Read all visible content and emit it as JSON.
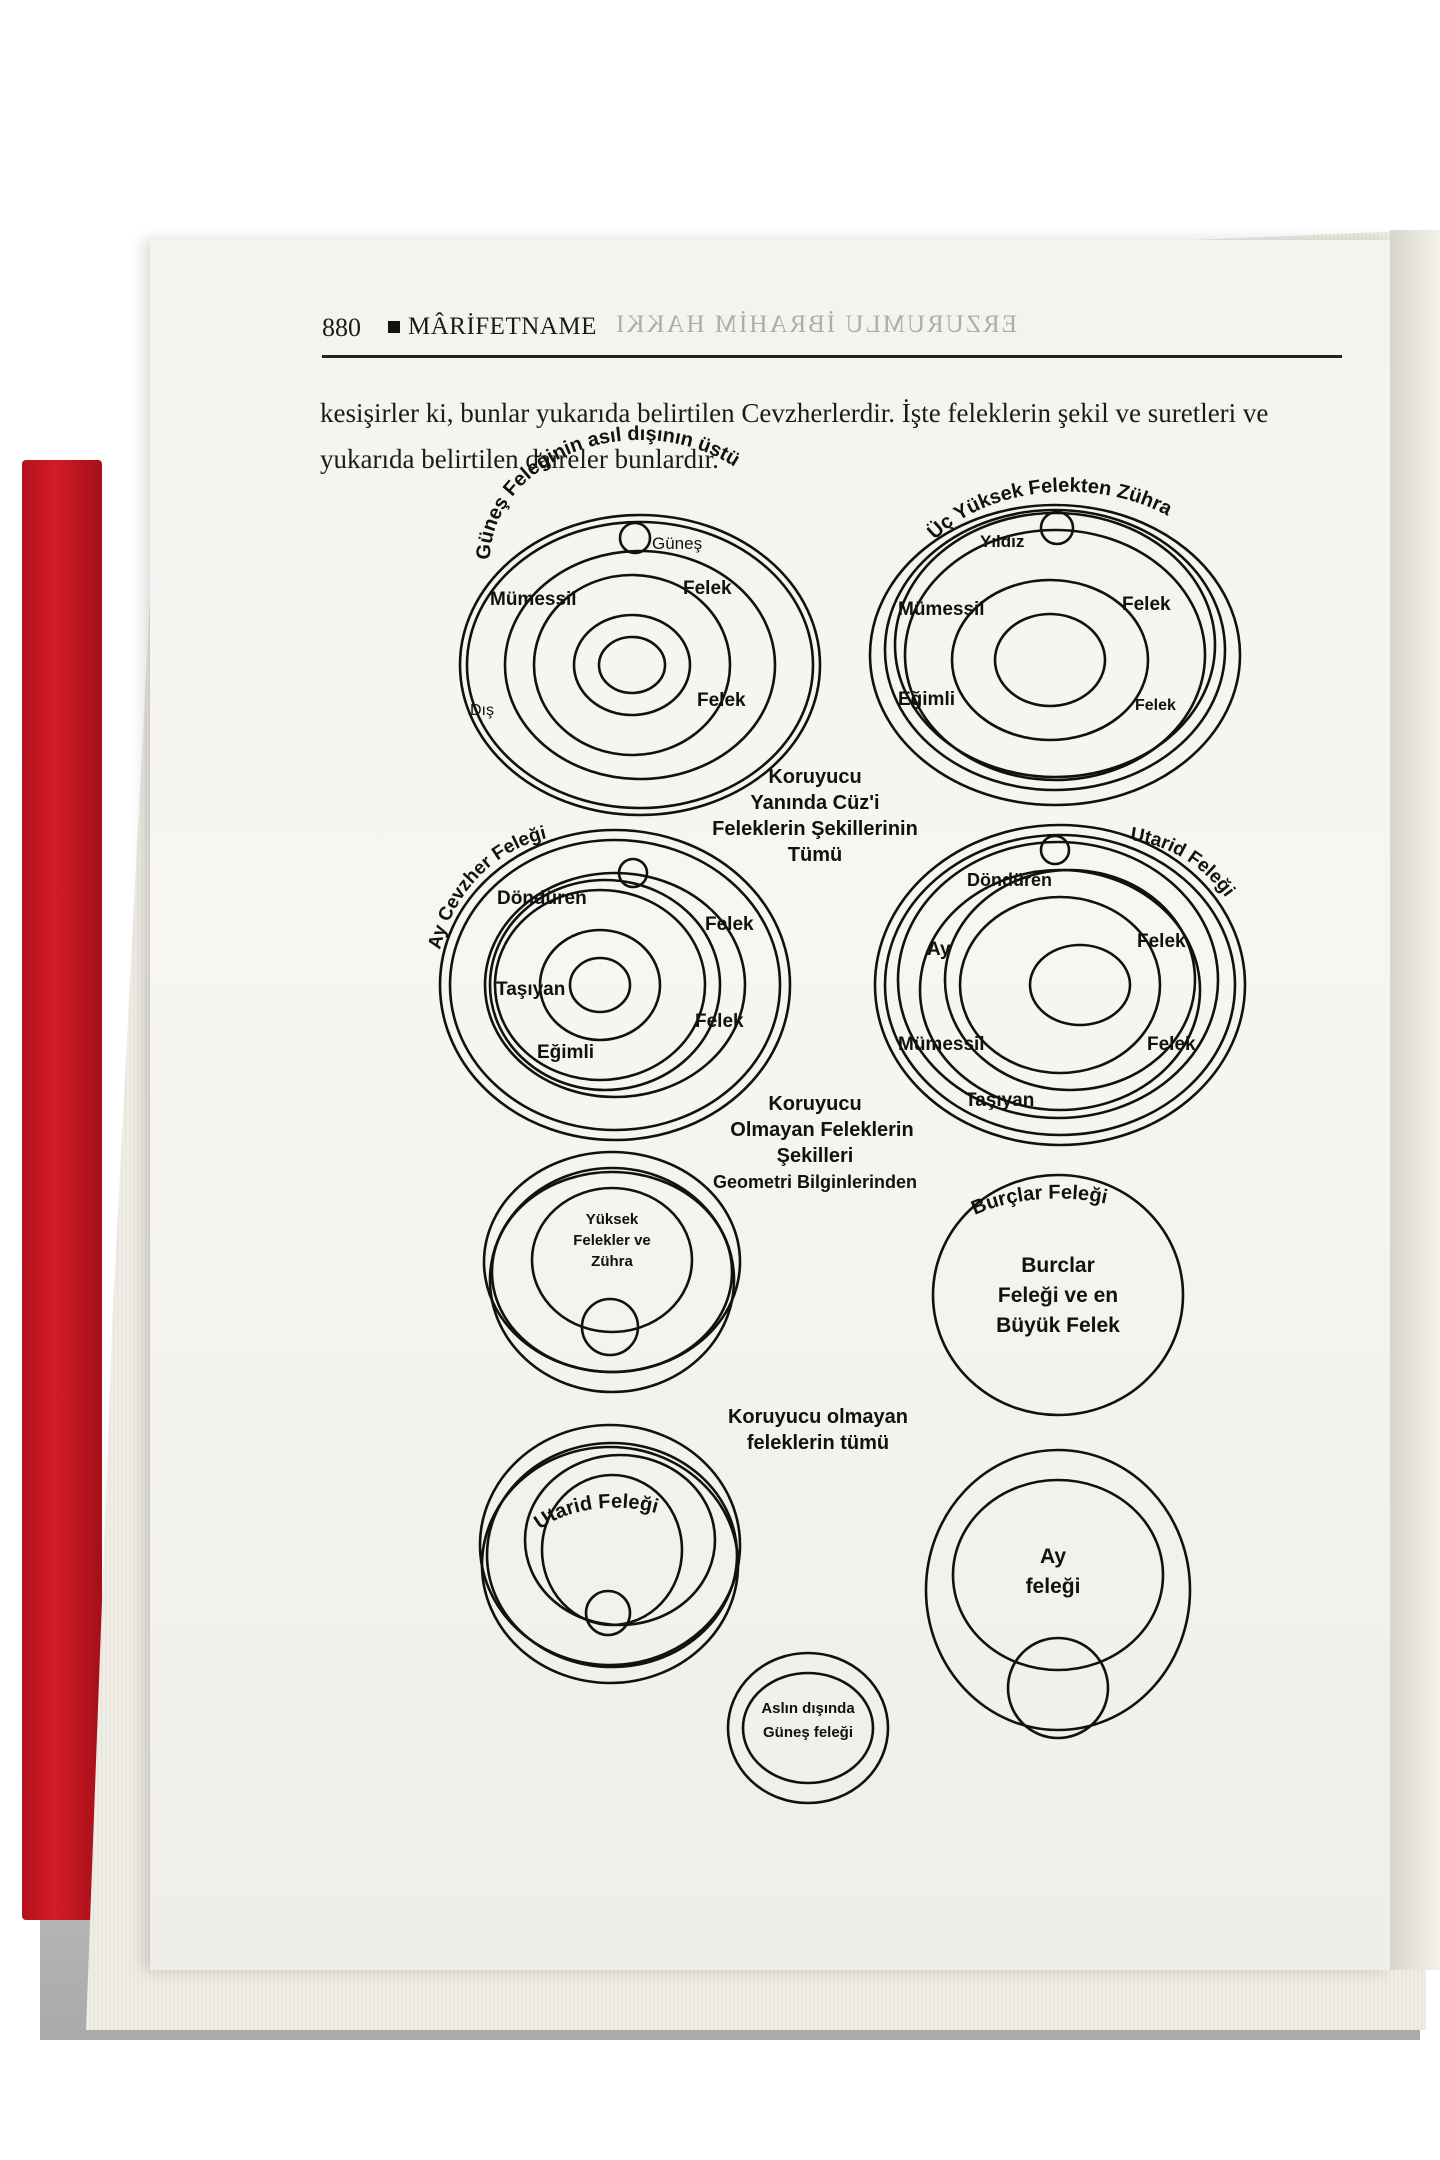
{
  "header": {
    "page_number": "880",
    "book_title": "MÂRİFETNAME",
    "ghost_title": "ERZURUMLU İBRAHİM HAKKI"
  },
  "intro_text": "kesişirler ki, bunlar yukarıda belirtilen Cevzherlerdir. İşte feleklerin şekil ve suretleri ve yukarıda belirtilen daireler bunlardır.",
  "figures": {
    "fig1": {
      "title": "Güneş Feleğinin asıl dışının üstü",
      "labels": [
        "Güneş",
        "Felek",
        "Mümessil",
        "Felek",
        "Dış"
      ]
    },
    "fig2": {
      "title": "Üç Yüksek Felekten Zühra",
      "labels": [
        "Yıldız",
        "Mümessil",
        "Felek",
        "Eğimli",
        "Felek"
      ]
    },
    "caption1": [
      "Koruyucu",
      "Yanında Cüz'i",
      "Feleklerin Şekillerinin",
      "Tümü"
    ],
    "fig3": {
      "title": "Ay Cevzher Feleği",
      "labels": [
        "Döndüren",
        "Felek",
        "Taşıyan",
        "Felek",
        "Eğimli"
      ]
    },
    "fig4": {
      "title": "Utarid Feleği",
      "labels": [
        "Döndüren",
        "Ay",
        "Felek",
        "Mümessil",
        "Felek",
        "Taşıyan"
      ]
    },
    "caption2": [
      "Koruyucu",
      "Olmayan Feleklerin",
      "Şekilleri",
      "Geometri Bilginlerinden"
    ],
    "fig5": {
      "labels": [
        "Yüksek",
        "Felekler ve",
        "Zühra"
      ]
    },
    "fig6": {
      "title": "Burçlar Feleği",
      "labels": [
        "Burclar",
        "Feleği ve en",
        "Büyük Felek"
      ]
    },
    "caption3": [
      "Koruyucu olmayan",
      "feleklerin tümü"
    ],
    "fig7": {
      "title": "Utarid Feleği"
    },
    "fig8": {
      "labels": [
        "Ay",
        "feleği"
      ]
    },
    "fig9": {
      "labels": [
        "Aslın dışında",
        "Güneş feleği"
      ]
    }
  }
}
